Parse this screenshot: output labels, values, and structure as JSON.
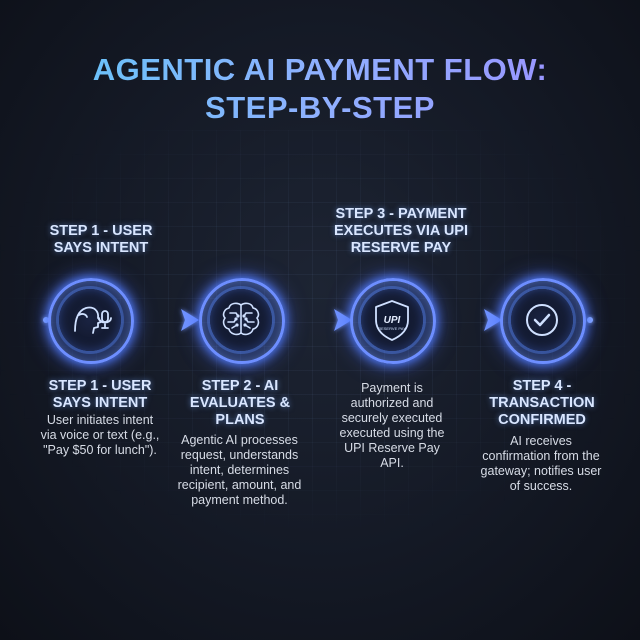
{
  "title": {
    "line1": "AGENTIC AI PAYMENT FLOW:",
    "line2": "STEP-BY-STEP"
  },
  "top_labels": {
    "step1": [
      "STEP 1 - USER",
      "SAYS INTENT"
    ],
    "step3": [
      "STEP 3 - PAYMENT",
      "EXECUTES VIA UPI",
      "RESERVE PAY"
    ]
  },
  "steps": [
    {
      "icon": "voice-user-icon",
      "title": [
        "STEP 1 - USER",
        "SAYS INTENT"
      ],
      "desc": [
        "User initiates intent",
        "via voice or text (e.g.,",
        "\"Pay $50 for lunch\")."
      ]
    },
    {
      "icon": "brain-circuit-icon",
      "title": [
        "STEP 2 - AI",
        "EVALUATES &",
        "PLANS"
      ],
      "desc": [
        "Agentic AI processes",
        "request, understands",
        "intent, determines",
        "recipient, amount, and",
        "payment method."
      ]
    },
    {
      "icon": "upi-shield-icon",
      "badge": "UPI",
      "badge_sub": "RESERVE PAY",
      "title": [],
      "desc": [
        "Payment is",
        "authorized and",
        "securely executed",
        "executed using the",
        "UPI Reserve Pay",
        "API."
      ]
    },
    {
      "icon": "check-circle-icon",
      "title": [
        "STEP 4 -",
        "TRANSACTION",
        "CONFIRMED"
      ],
      "desc": [
        "AI receives",
        "confirmation from the",
        "gateway; notifies user",
        "of success."
      ]
    }
  ],
  "colors": {
    "accent_blue": "#5b8cff",
    "glow": "#4f7dff",
    "title_gradient_start": "#5ec8f7",
    "title_gradient_end": "#9d8cff"
  }
}
